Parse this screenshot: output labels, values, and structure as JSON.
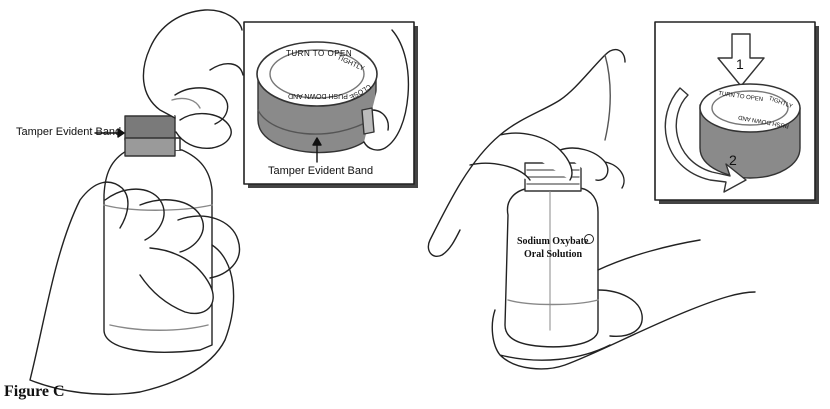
{
  "figure": {
    "caption": "Figure C"
  },
  "left_panel": {
    "band_label": "Tamper Evident Band",
    "inset": {
      "band_label": "Tamper Evident Band",
      "cap_text_top": "TURN TO OPEN",
      "cap_text_right": "TIGHTLY",
      "cap_text_bottom": "PUSH DOWN AND",
      "cap_text_side": "CLOSE"
    }
  },
  "right_panel": {
    "bottle_label_line1": "Sodium Oxybate",
    "bottle_label_line2": "Oral Solution",
    "inset": {
      "step1": "1",
      "step2": "2",
      "cap_text_top": "TURN TO OPEN",
      "cap_text_right": "TIGHTLY",
      "cap_text_bottom": "PUSH DOWN AND"
    }
  }
}
